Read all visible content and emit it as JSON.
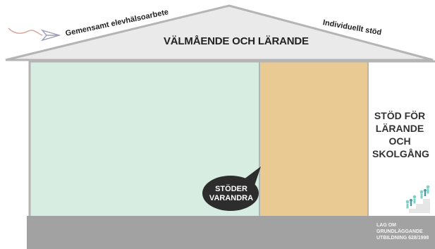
{
  "diagram": {
    "roof": {
      "left_label": "Gemensamt elevhälsoarbete",
      "right_label": "Individuellt stöd",
      "title": "VÄLMÅENDE OCH LÄRANDE"
    },
    "support": {
      "label": "STÖD FÖR LÄRANDE OCH SKOLGÅNG"
    },
    "bubble": {
      "label": "STÖDER VARANDRA"
    },
    "foundation": {
      "label": "LAG OM GRUNDLÄGGANDE UTBILDNING 628/1998"
    },
    "icons": [
      "paper-plane-icon",
      "people-climbing-stairs-icon"
    ],
    "colors": {
      "roof": "#eaeaea",
      "walls": "#b4b4b4",
      "room_left": "#d7ede2",
      "room_middle": "#e9ca93",
      "foundation": "#a2a2a2",
      "bubble": "#2d2d2d",
      "stairs": "#7fd0c4"
    }
  }
}
